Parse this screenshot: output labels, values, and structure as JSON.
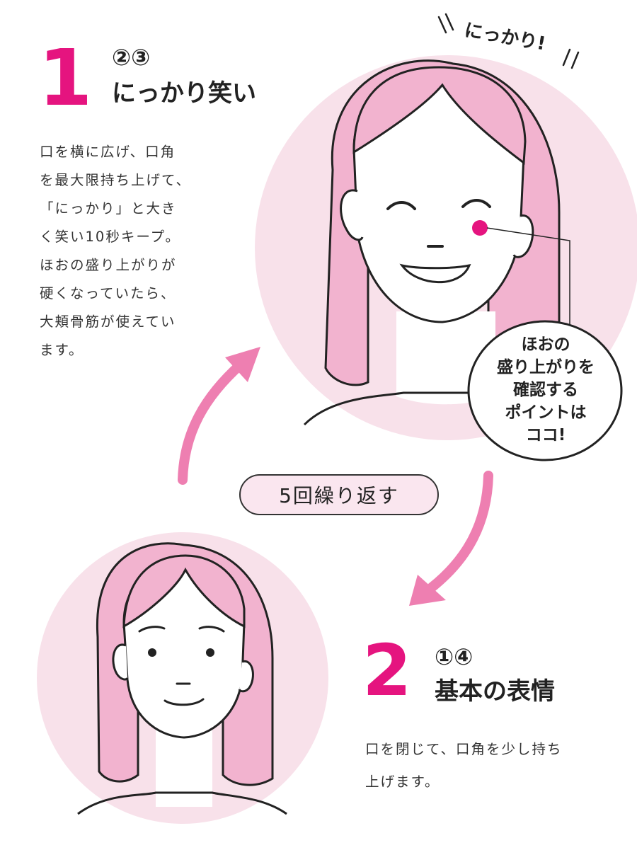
{
  "steps": [
    {
      "number": "1",
      "circled": "②③",
      "title": "にっかり笑い",
      "description_lines": [
        "口を横に広げ、口角",
        "を最大限持ち上げて、",
        "「にっかり」と大き",
        "く笑い10秒キープ。",
        "ほおの盛り上がりが",
        "硬くなっていたら、",
        "大頬骨筋が使えてい",
        "ます。"
      ]
    },
    {
      "number": "2",
      "circled": "①④",
      "title": "基本の表情",
      "description_lines": [
        "口を閉じて、口角を少し持ち",
        "上げます。"
      ]
    }
  ],
  "exclamation": "にっかり!",
  "callout_lines": [
    "ほおの",
    "盛り上がりを",
    "確認する",
    "ポイントは",
    "ココ!"
  ],
  "repeat_label": "5回繰り返す",
  "colors": {
    "accent": "#e5147f",
    "hair": "#f2b3cf",
    "circle_bg": "#f8e1ea",
    "arrow": "#ee7fb1",
    "pill_bg": "#fae6ef"
  },
  "icons": [
    "cheek-point-icon",
    "cycle-arrow-up-icon",
    "cycle-arrow-down-icon"
  ]
}
